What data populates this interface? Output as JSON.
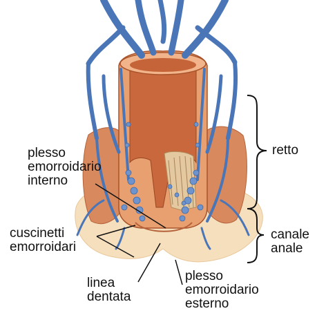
{
  "labels": {
    "plesso_interno": "plesso\nemorroidario\ninterno",
    "cuscinetti": "cuscinetti\nemorroidari",
    "linea_dentata": "linea\ndentata",
    "plesso_esterno": "plesso\nemorroidario\nesterno",
    "retto": "retto",
    "canale_anale": "canale\nanale"
  },
  "colors": {
    "vein": "#4a76b8",
    "vein_light": "#7fa0d6",
    "mucosa": "#d98a5c",
    "mucosa_dark": "#b3582c",
    "mucosa_light": "#f0b48a",
    "skin": "#f4d9b2",
    "skin_light": "#fbecd4",
    "muscle": "#c9744a",
    "bracket": "#111111"
  }
}
